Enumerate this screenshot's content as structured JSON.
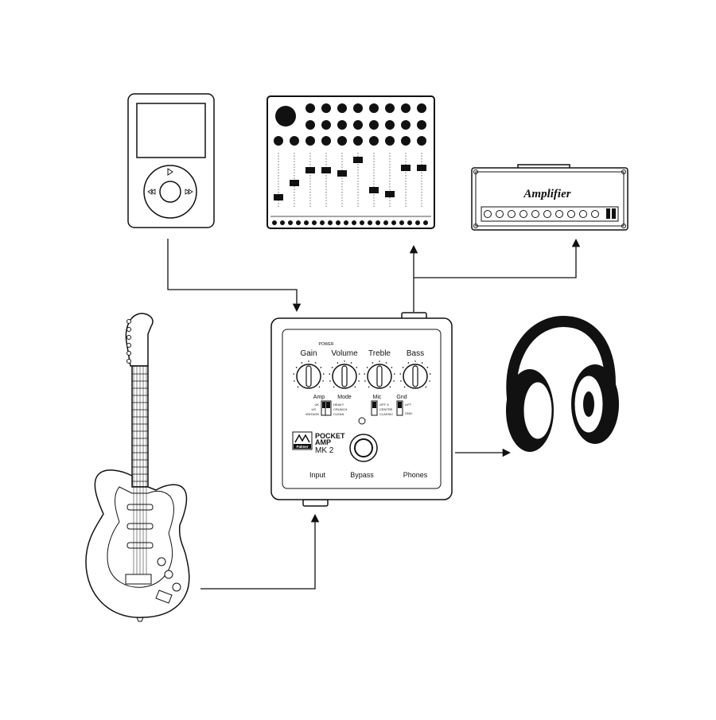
{
  "devices": {
    "player": {
      "icon": "media-player-icon"
    },
    "mixer": {
      "icon": "mixer-console-icon"
    },
    "amplifier": {
      "icon": "amplifier-head-icon",
      "logo": "Amplifier"
    },
    "guitar": {
      "icon": "electric-guitar-icon"
    },
    "headphones": {
      "icon": "headphones-icon"
    }
  },
  "pocket_amp": {
    "power_label": "POWER",
    "knobs": [
      "Gain",
      "Volume",
      "Treble",
      "Bass"
    ],
    "switches": {
      "amp": {
        "label": "Amp",
        "options": [
          "UK",
          "US",
          "VINTAGE"
        ]
      },
      "mode": {
        "label": "Mode",
        "options": [
          "HEAVY",
          "CRUNCH",
          "CLEAN"
        ]
      },
      "mic": {
        "label": "Mic",
        "options": [
          "OFF X",
          "CENTRE",
          "CLASSIC"
        ]
      },
      "gnd": {
        "label": "Gnd",
        "options": [
          "LIFT",
          "GND."
        ]
      }
    },
    "brand_line1": "POCKET",
    "brand_line2": "AMP",
    "model": "MK 2",
    "maker": "Palmer",
    "ports": {
      "input": "Input",
      "bypass": "Bypass",
      "phones": "Phones"
    }
  },
  "connections": [
    {
      "from": "player",
      "to": "pocket-amp"
    },
    {
      "from": "guitar",
      "to": "pocket-amp"
    },
    {
      "from": "pocket-amp",
      "to": "mixer"
    },
    {
      "from": "pocket-amp",
      "to": "amplifier"
    },
    {
      "from": "pocket-amp",
      "to": "headphones"
    }
  ]
}
